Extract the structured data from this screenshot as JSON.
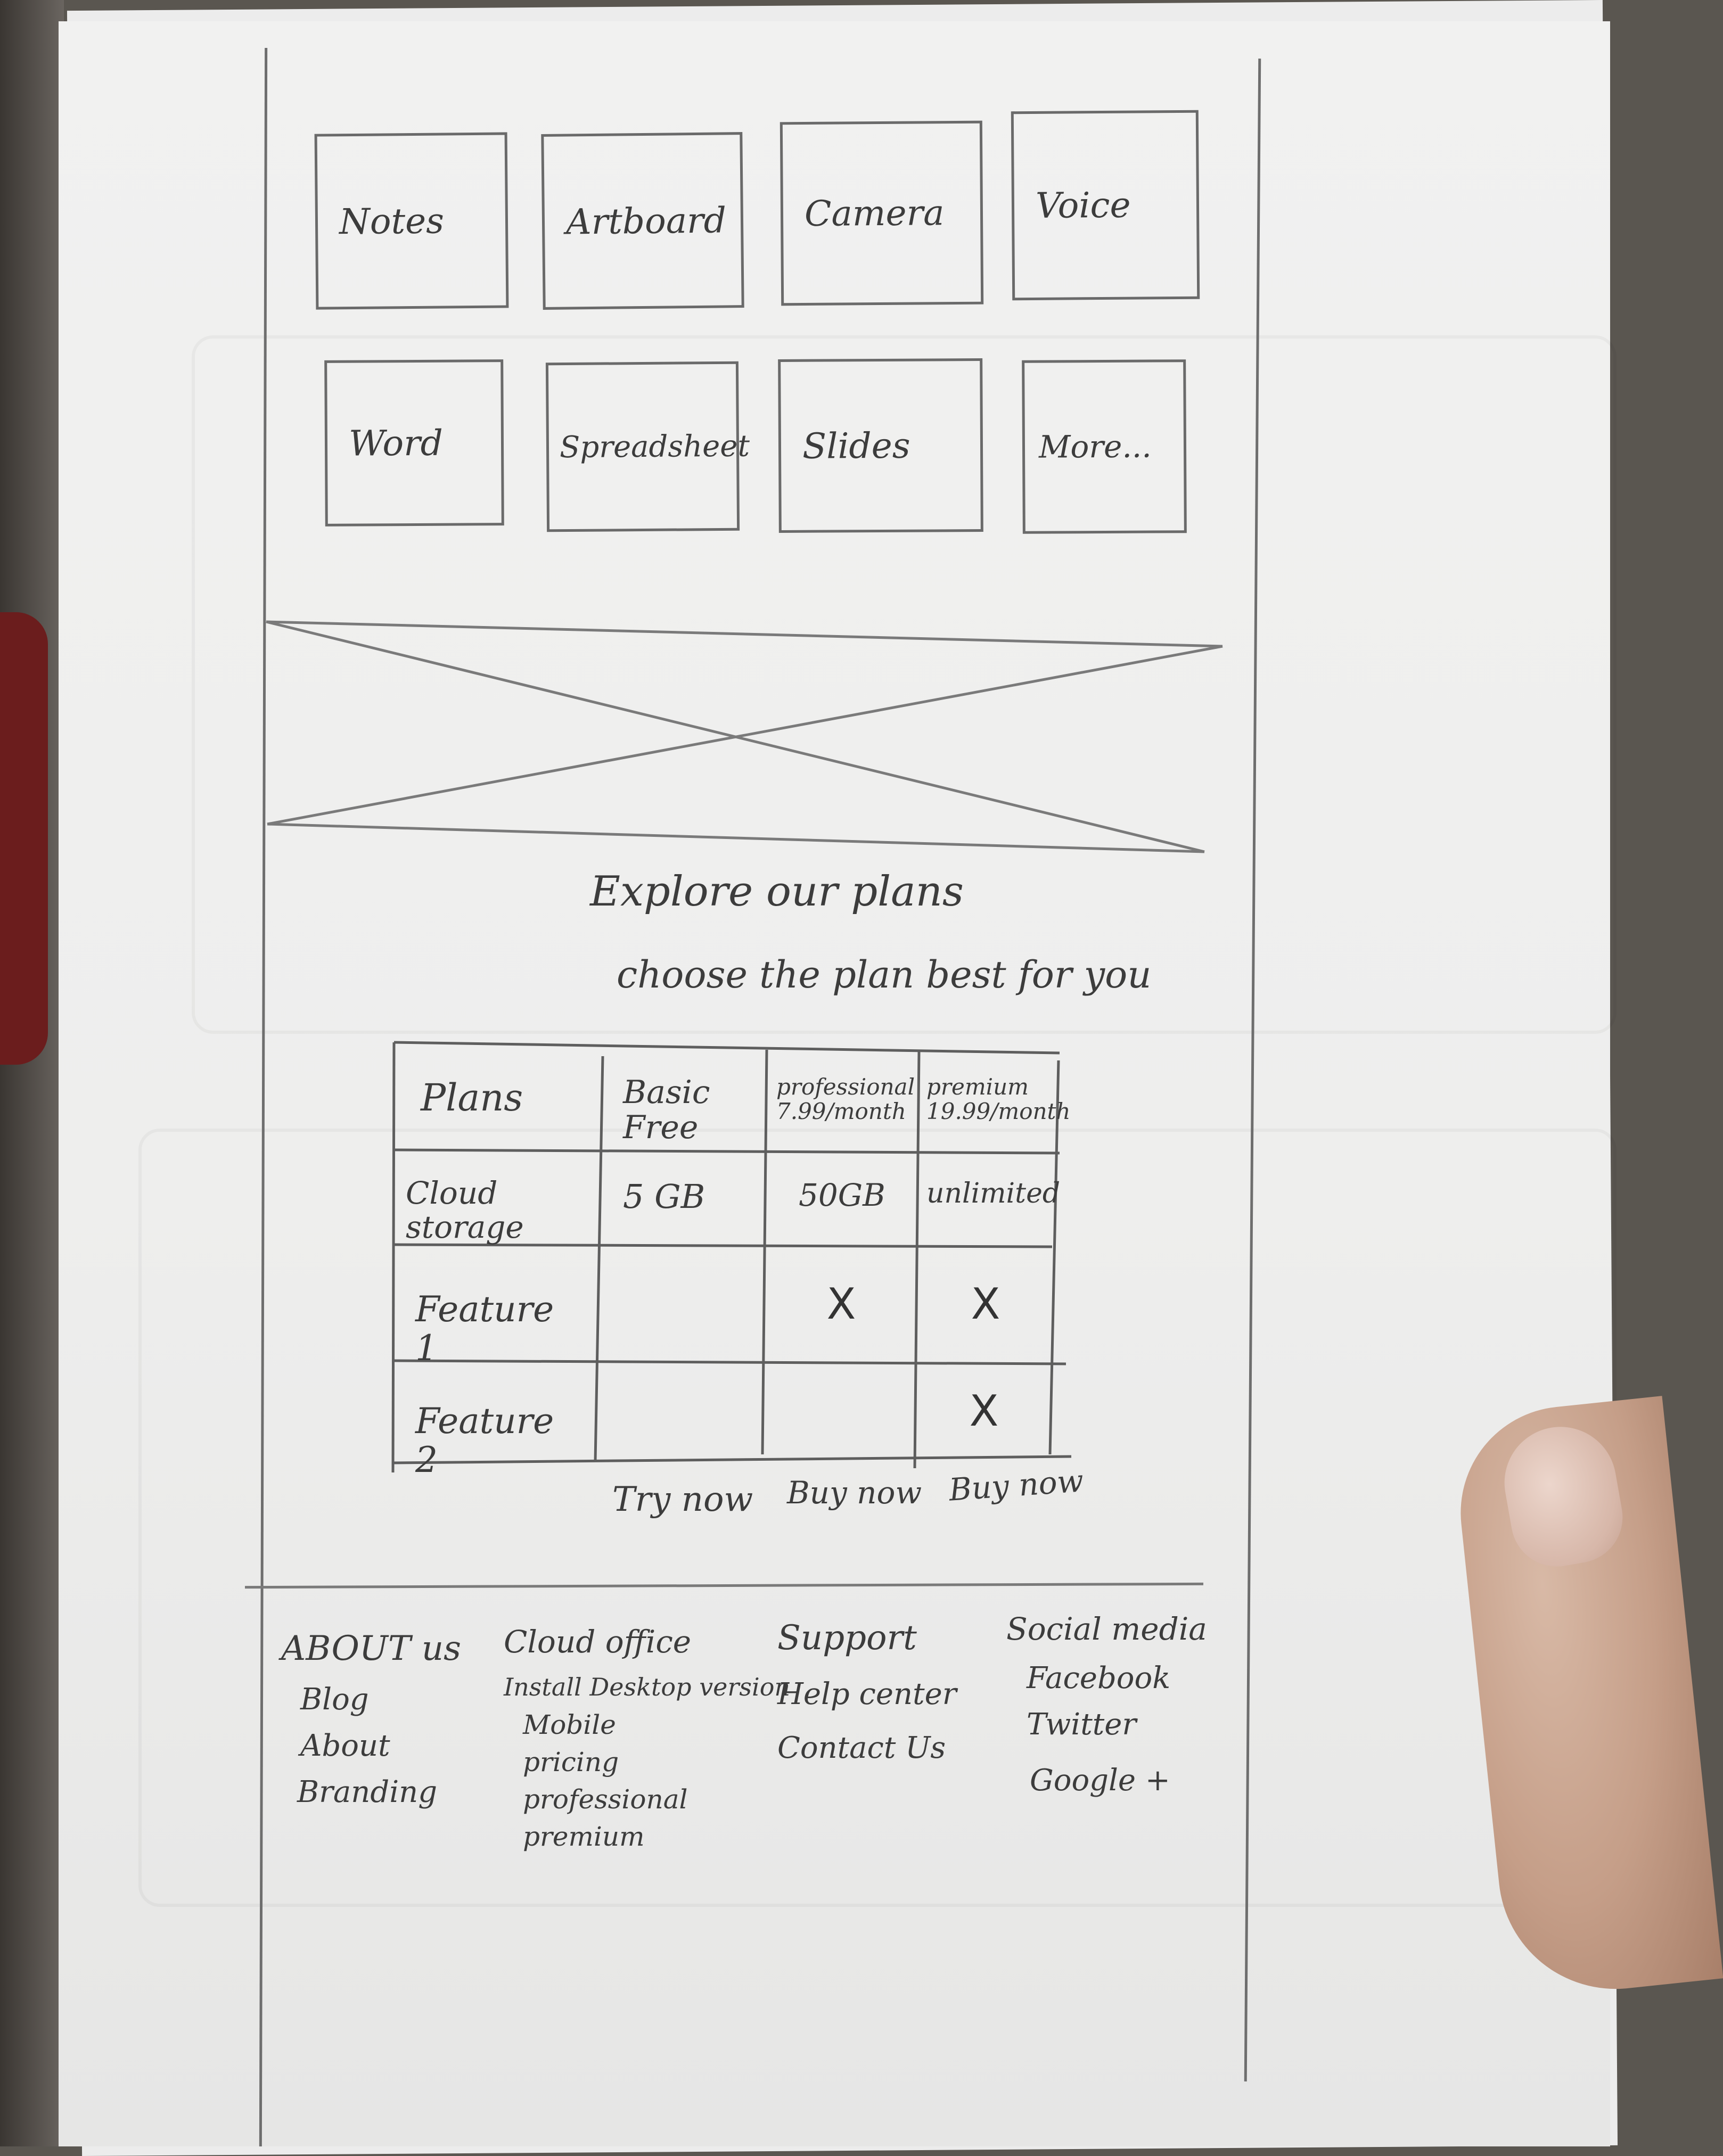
{
  "apps": {
    "row1": [
      "Notes",
      "Artboard",
      "Camera",
      "Voice"
    ],
    "row2": [
      "Word",
      "Spreadsheet",
      "Slides",
      "More..."
    ]
  },
  "plans_section": {
    "title": "Explore our plans",
    "subtitle": "choose the plan best for you"
  },
  "plans_table": {
    "headers": [
      "Plans",
      "Basic\nFree",
      "professional\n7.99/month",
      "premium\n19.99/month"
    ],
    "rows": [
      [
        "Cloud storage",
        "5 GB",
        "50GB",
        "unlimited"
      ],
      [
        "Feature 1",
        "",
        "X",
        "X"
      ],
      [
        "Feature 2",
        "",
        "",
        "X"
      ]
    ],
    "actions": [
      "Try now",
      "Buy now",
      "Buy now"
    ]
  },
  "footer": {
    "columns": [
      {
        "heading": "ABOUT us",
        "links": [
          "Blog",
          "About",
          "Branding"
        ]
      },
      {
        "heading": "Cloud office",
        "links": [
          "Install Desktop version",
          "Mobile",
          "pricing",
          "professional",
          "premium"
        ]
      },
      {
        "heading": "Support",
        "links": [
          "Help center",
          "Contact Us"
        ]
      },
      {
        "heading": "Social media",
        "links": [
          "Facebook",
          "Twitter",
          "Google +"
        ]
      }
    ]
  }
}
